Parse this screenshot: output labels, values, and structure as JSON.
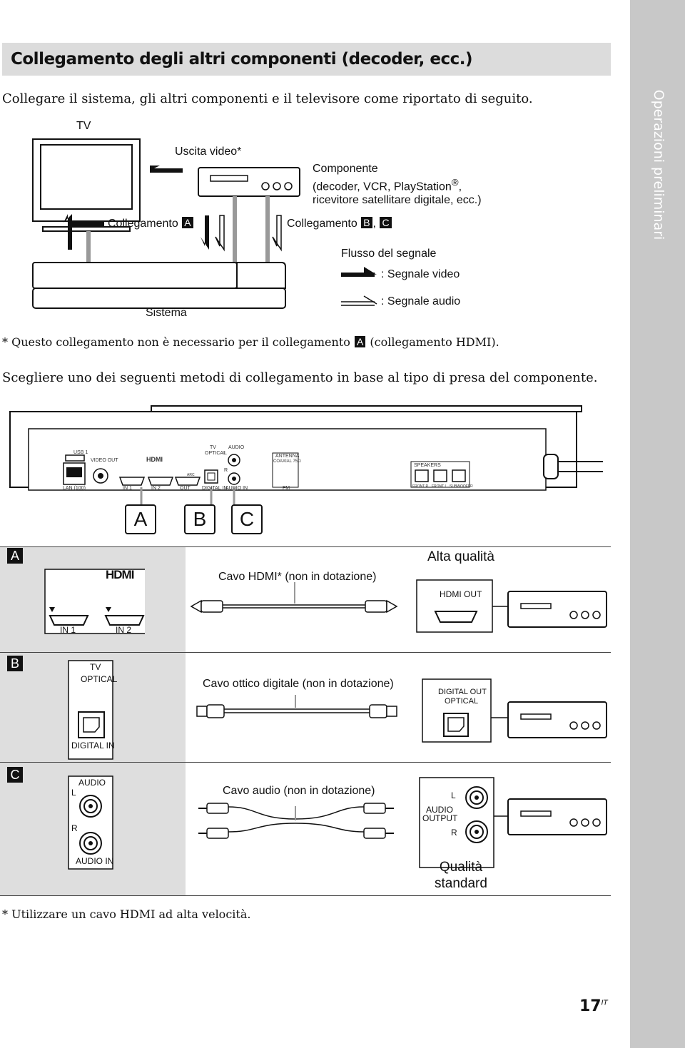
{
  "sidebar": {
    "section": "Operazioni preliminari"
  },
  "title": "Collegamento degli altri componenti (decoder, ecc.)",
  "intro": "Collegare il sistema, gli altri componenti e il televisore come riportato di seguito.",
  "diagram": {
    "tv": "TV",
    "video_out": "Uscita video*",
    "component_line1": "Componente",
    "component_line2": "(decoder, VCR, PlayStation",
    "component_reg": "®",
    "component_line2b": ",",
    "component_line3": "ricevitore satellitare digitale, ecc.)",
    "connection_a": "Collegamento",
    "connection_bc": "Collegamento",
    "letter_a": "A",
    "letter_b": "B",
    "letter_c": "C",
    "comma": ",",
    "flow_title": "Flusso del segnale",
    "video_signal": ": Segnale video",
    "audio_signal": ": Segnale audio",
    "system": "Sistema"
  },
  "footnote1_pre": "*  Questo collegamento non è necessario per il collegamento",
  "footnote1_post": "(collegamento HDMI).",
  "choose": "Scegliere uno dei seguenti metodi di collegamento in base al tipo di presa del componente.",
  "panel": {
    "usb": "USB 1",
    "video_out": "VIDEO OUT",
    "hdmi": "HDMI",
    "tv": "TV",
    "optical": "OPTICAL",
    "audio": "AUDIO",
    "l": "L",
    "r": "R",
    "antenna": "ANTENNA",
    "coaxial": "COAXIAL 75Ω",
    "speakers": "SPEAKERS",
    "lan": "LAN (100)",
    "in1": "IN 1",
    "in2": "IN 2",
    "arc": "ARC",
    "out": "OUT",
    "digital_in": "DIGITAL IN",
    "audio_in": "AUDIO IN",
    "fm": "FM",
    "front_r": "FRONT R",
    "front_l": "FRONT L",
    "subwoofer": "SUBWOOFER",
    "big_a": "A",
    "big_b": "B",
    "big_c": "C"
  },
  "rows": {
    "a": {
      "letter": "A",
      "hdmi_logo": "HDMI",
      "in1": "IN 1",
      "in2": "IN 2",
      "cable": "Cavo HDMI* (non in dotazione)",
      "quality": "Alta qualità",
      "out_label": "HDMI OUT"
    },
    "b": {
      "letter": "B",
      "tv": "TV",
      "optical": "OPTICAL",
      "digital_in": "DIGITAL IN",
      "cable": "Cavo ottico digitale (non in dotazione)",
      "out_line1": "DIGITAL OUT",
      "out_line2": "OPTICAL"
    },
    "c": {
      "letter": "C",
      "audio": "AUDIO",
      "l": "L",
      "r": "R",
      "audio_in": "AUDIO IN",
      "cable": "Cavo audio (non in dotazione)",
      "out_l": "L",
      "out_line1": "AUDIO",
      "out_line2": "OUTPUT",
      "out_r": "R",
      "quality_line1": "Qualità",
      "quality_line2": "standard"
    }
  },
  "footnote2": "*  Utilizzare un cavo HDMI ad alta velocità.",
  "page": {
    "number": "17",
    "suffix": "IT"
  }
}
